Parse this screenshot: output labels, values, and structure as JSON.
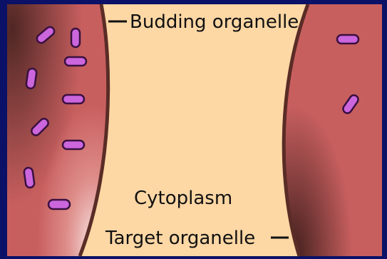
{
  "labels": {
    "budding": "Budding organelle",
    "cytoplasm": "Cytoplasm",
    "target": "Target organelle"
  },
  "colors": {
    "background": "#0a1166",
    "cytoplasm": "#fdd7a4",
    "organelle": "#c85f5f",
    "membrane": "#5a2c26",
    "vesicle_fill": "#cc66dd",
    "vesicle_outline": "#3a1040"
  }
}
